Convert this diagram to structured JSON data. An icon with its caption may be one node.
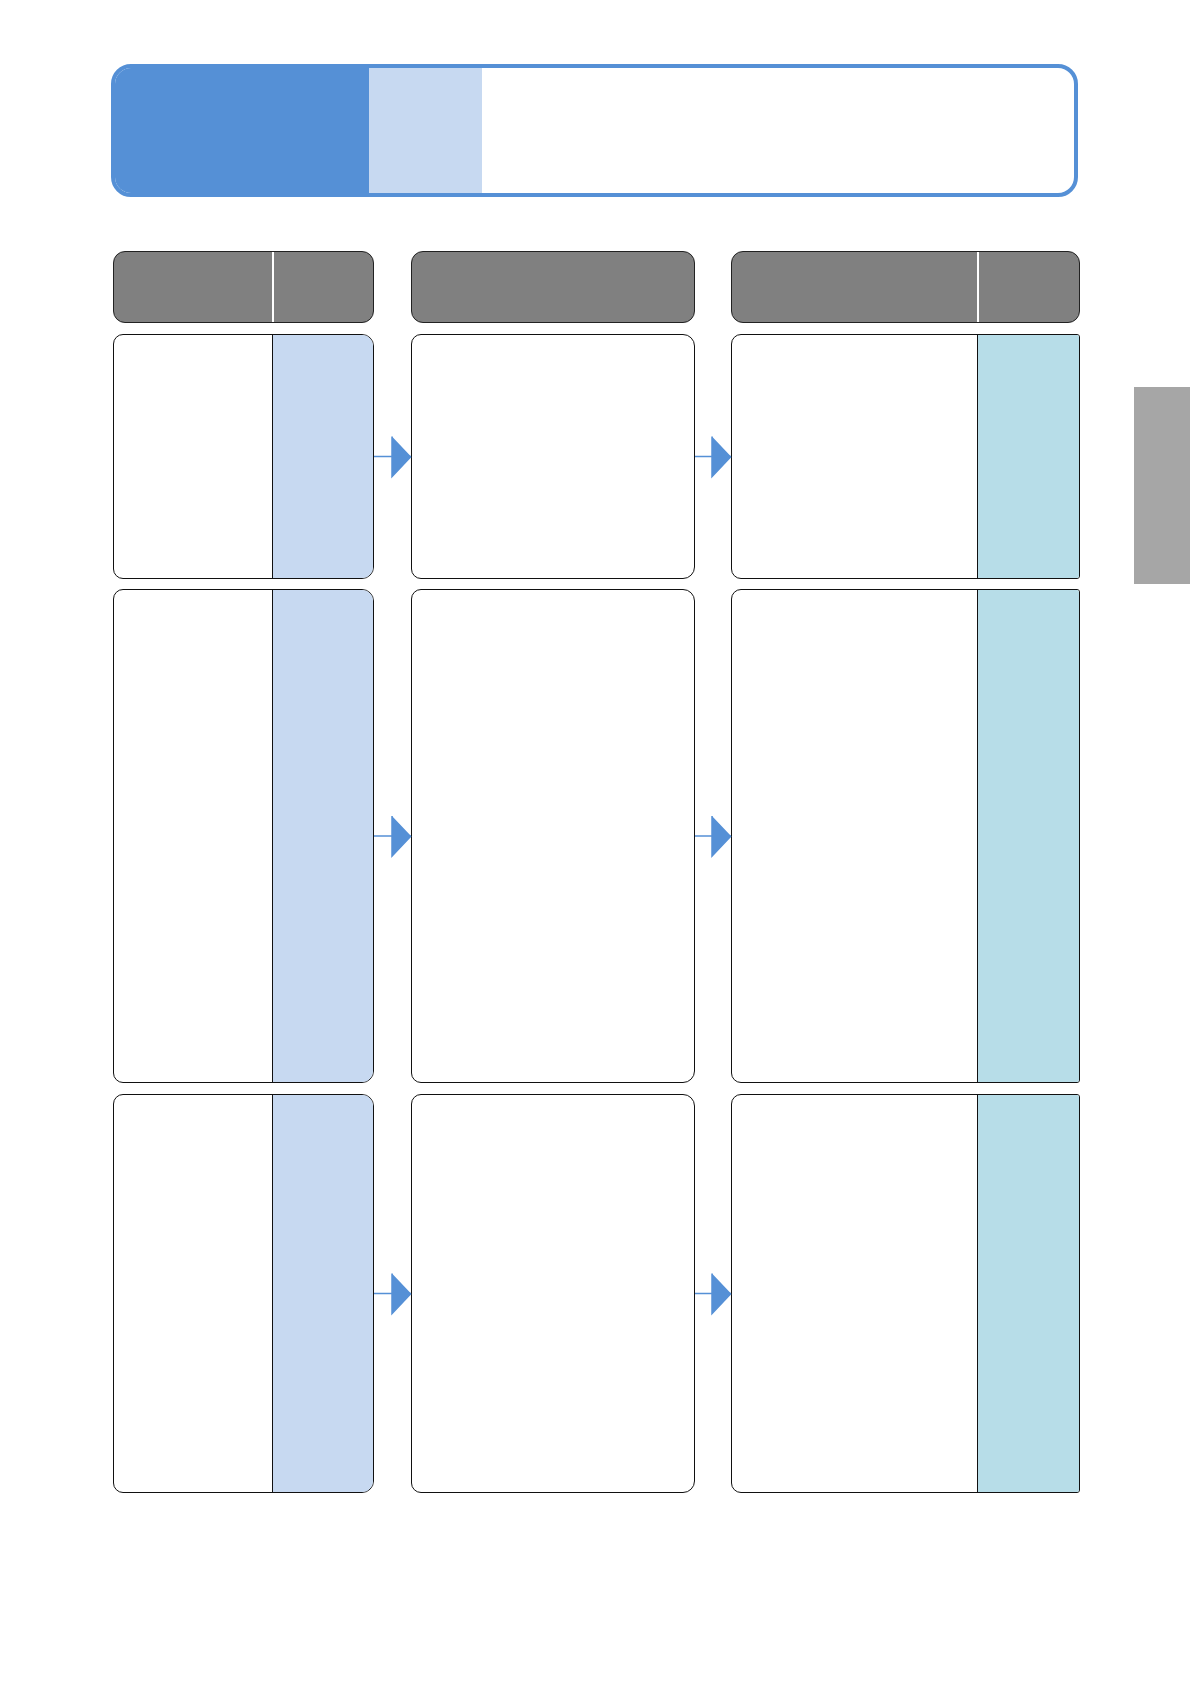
{
  "diagram": {
    "nodes": [
      {
        "text": [],
        "shape": "box"
      },
      {
        "text": [],
        "shape": "box"
      },
      {
        "text": [],
        "shape": "box"
      },
      {
        "text": [],
        "shape": "box"
      },
      {
        "text": [],
        "shape": "box"
      },
      {
        "text": [],
        "shape": "box"
      },
      {
        "text": [],
        "shape": "box"
      },
      {
        "text": [],
        "shape": "box"
      },
      {
        "text": [],
        "shape": "box"
      },
      {
        "text": [],
        "shape": "box"
      },
      {
        "text": [],
        "shape": "box"
      },
      {
        "text": [],
        "shape": "box"
      },
      {
        "text": [],
        "shape": "box"
      },
      {
        "text": [],
        "shape": "bar"
      }
    ],
    "edges": [
      {
        "from": 4,
        "to": 5,
        "arrow": "to"
      },
      {
        "from": 5,
        "to": 6,
        "arrow": "to"
      },
      {
        "from": 7,
        "to": 8,
        "arrow": "to"
      },
      {
        "from": 8,
        "to": 9,
        "arrow": "to"
      },
      {
        "from": 10,
        "to": 11,
        "arrow": "to"
      },
      {
        "from": 11,
        "to": 12,
        "arrow": "to"
      }
    ]
  }
}
